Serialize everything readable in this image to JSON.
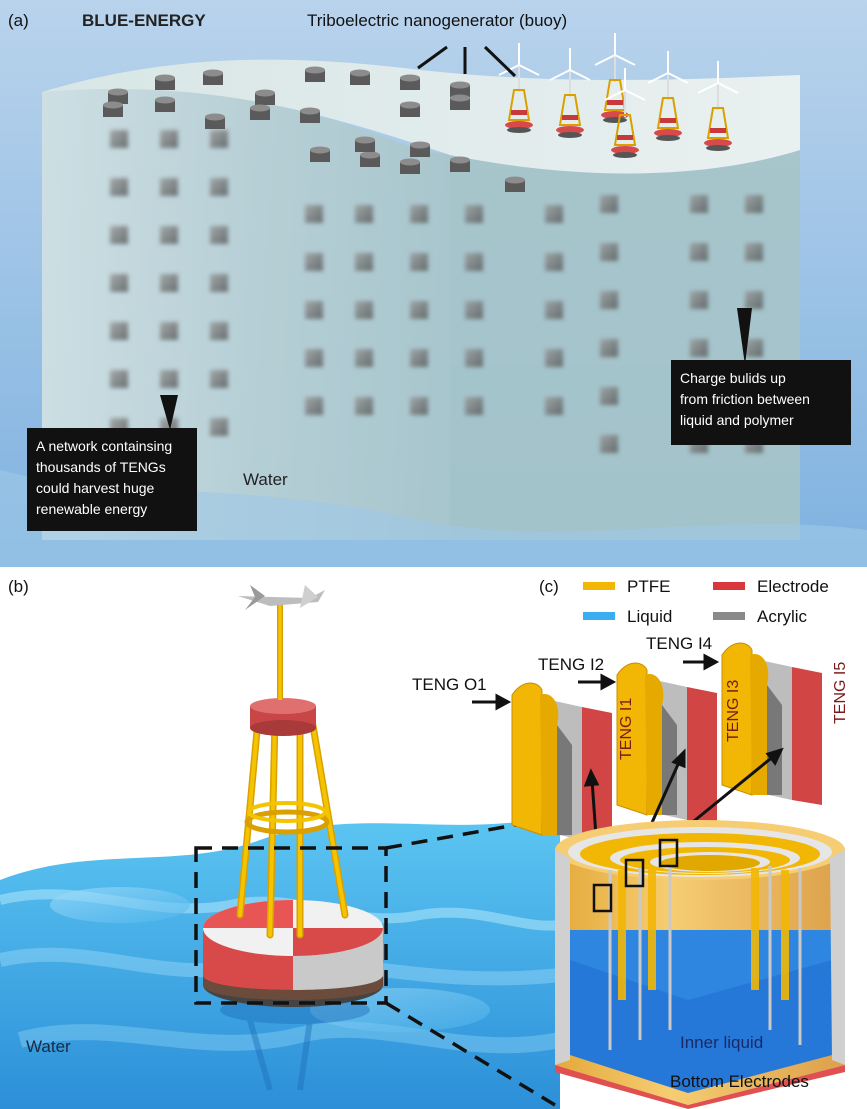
{
  "panel_a": {
    "label": "(a)",
    "title": "BLUE-ENERGY",
    "teng_label": "Triboelectric nanogenerator (buoy)",
    "water": "Water",
    "callout_left": [
      "A network containsing",
      "thousands of TENGs",
      "could harvest huge",
      "renewable energy"
    ],
    "callout_right": [
      "Charge bulids up",
      "from friction between",
      "liquid and polymer"
    ]
  },
  "panel_b": {
    "label": "(b)",
    "water": "Water"
  },
  "panel_c": {
    "label": "(c)",
    "legend": [
      {
        "name": "PTFE",
        "color": "#f2b705"
      },
      {
        "name": "Electrode",
        "color": "#d9363e"
      },
      {
        "name": "Liquid",
        "color": "#3aaef0"
      },
      {
        "name": "Acrylic",
        "color": "#8a8a8a"
      }
    ],
    "labels": {
      "o1": "TENG O1",
      "i1": "TENG I1",
      "i2": "TENG I2",
      "i3": "TENG I3",
      "i4": "TENG I4",
      "i5": "TENG I5",
      "inner_liquid": "Inner liquid",
      "bottom": "Bottom Electrodes"
    }
  }
}
